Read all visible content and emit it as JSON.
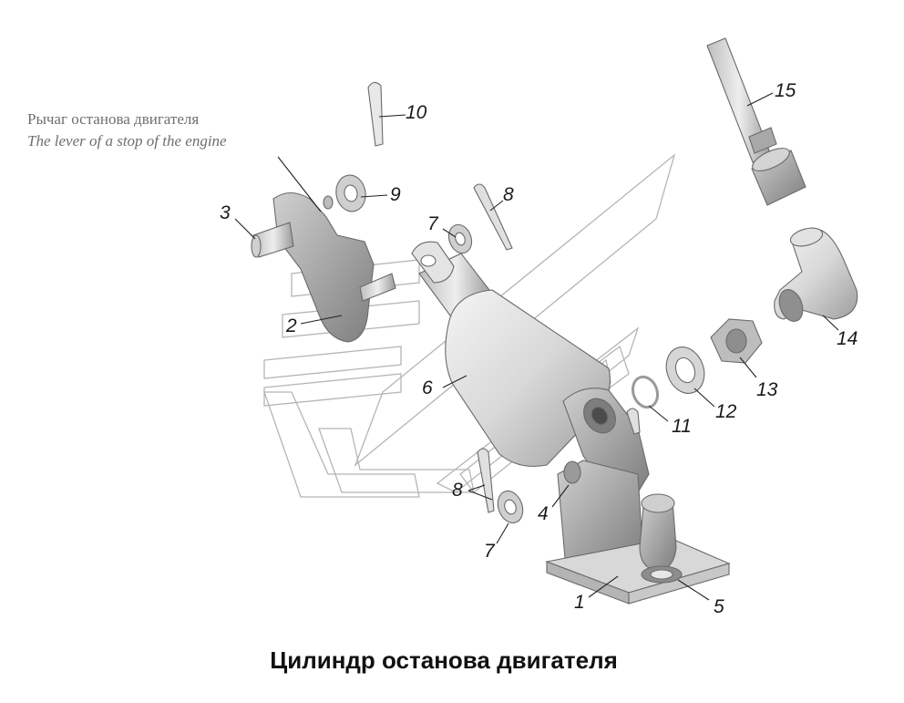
{
  "lever_caption": {
    "ru": "Рычаг останова двигателя",
    "en": "The lever of a stop of the engine"
  },
  "callouts": {
    "p1": "1",
    "p2": "2",
    "p3": "3",
    "p4": "4",
    "p5": "5",
    "p6": "6",
    "p7a": "7",
    "p7b": "7",
    "p8a": "8",
    "p8b": "8",
    "p9": "9",
    "p10": "10",
    "p11": "11",
    "p12": "12",
    "p13": "13",
    "p14": "14",
    "p15": "15"
  },
  "title": "Цилиндр останова двигателя",
  "colors": {
    "part_light": "#e6e6e6",
    "part_mid": "#c4c4c4",
    "part_dark": "#8f8f8f",
    "watermark": "#b5b5b5"
  }
}
